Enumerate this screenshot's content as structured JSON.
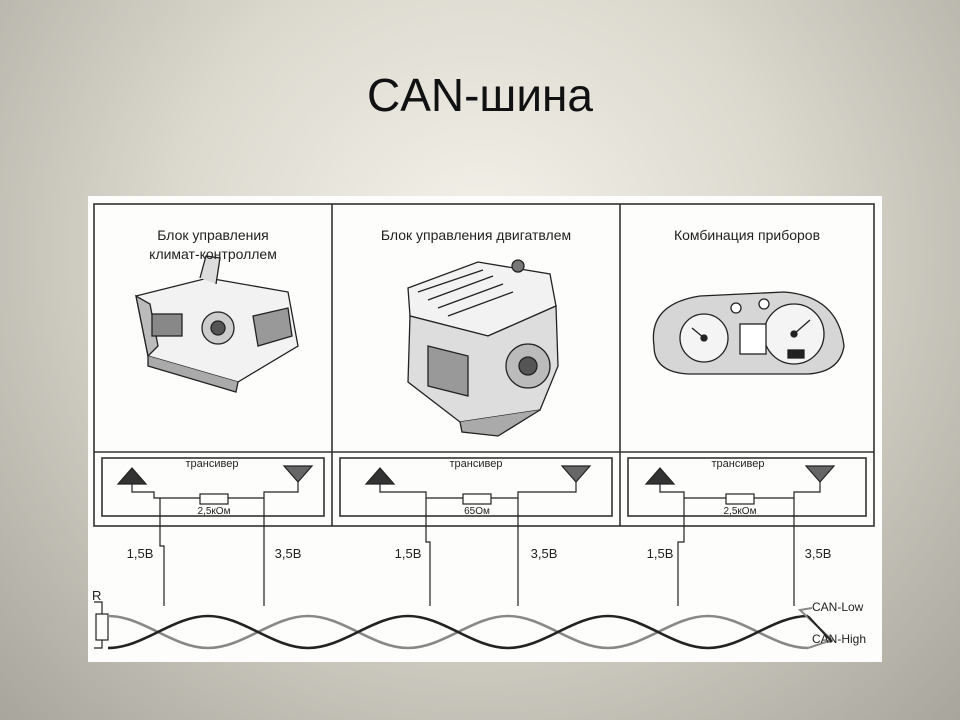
{
  "slide": {
    "title": "CAN-шина"
  },
  "units": [
    {
      "name": "Блок управления\nклимат-контроллем",
      "icon": "climate-control-unit-icon",
      "transceiver": "трансивер",
      "resistor": "2,5кОм",
      "low_voltage": "1,5В",
      "high_voltage": "3,5В"
    },
    {
      "name": "Блок управления двигатвлем",
      "icon": "engine-icon",
      "transceiver": "трансивер",
      "resistor": "65Ом",
      "low_voltage": "1,5В",
      "high_voltage": "3,5В"
    },
    {
      "name": "Комбинация приборов",
      "icon": "instrument-cluster-icon",
      "transceiver": "трансивер",
      "resistor": "2,5кОм",
      "low_voltage": "1,5В",
      "high_voltage": "3,5В"
    }
  ],
  "bus": {
    "terminator": "R",
    "low_label": "CAN-Low",
    "high_label": "CAN-High"
  }
}
